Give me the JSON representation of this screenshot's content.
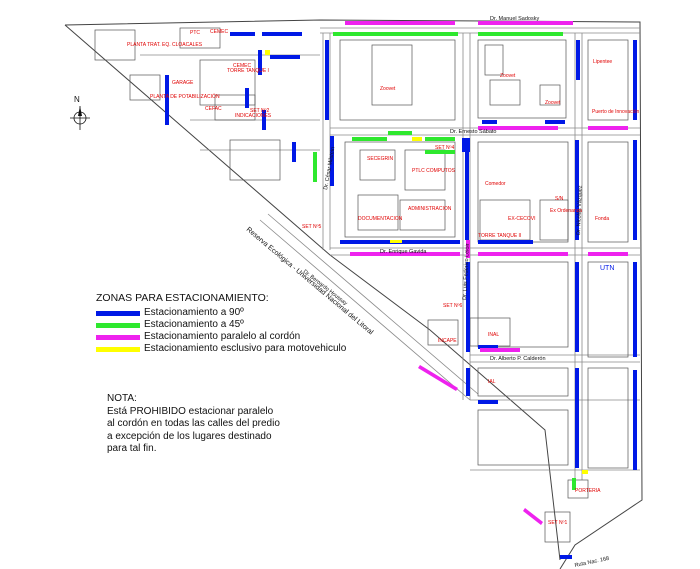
{
  "colors": {
    "blue": "#0019e6",
    "green": "#2ee82e",
    "magenta": "#ee22ee",
    "yellow": "#ffff00",
    "label_red": "#e00000",
    "road": "#8a8a8a"
  },
  "compass": {
    "label": "N",
    "icon": "north-arrow-icon"
  },
  "streets": {
    "sadosky": "Dr. Manuel Sadosky",
    "sabato": "Dr. Ernesto Sábato",
    "gavida": "Dr. Enrique Gavida",
    "cesar_milstein": "Dr. César Milstein",
    "luis_leloir": "Dr. Luis Federico Leloir",
    "houssay": "Dr. Bernardo Houssay",
    "caldero": "Dr. Alberto P. Calderón",
    "reserva": "Reserva Ecológica - Universidad Nacional del Litoral",
    "nordeste": "Dr. Nicolás Vázquez",
    "ruta": "Ruta Nac. 168"
  },
  "buildings": {
    "planta_cloacales": "PLANTA TRAT. EQ. CLOACALES",
    "ptc": "PTC",
    "cemec": "CEMEC",
    "tanque_1": "TORRE TANQUE I",
    "planta_potab": "PLANTA DE POTABILIZACIÓN",
    "garage": "GARAGE",
    "cefac": "CEFAC",
    "cemec_2": "CEMEC",
    "set_2": "SET Nº2",
    "indicaciones": "INDICACIONES",
    "zoovet_1": "Zoovet",
    "zoovet_2": "Zoovet",
    "zoovet_3": "Zoovet",
    "lipentee": "Lipentee",
    "puerto_innov": "Puerto de Innovación",
    "set_sabato": "SET Nº4",
    "seceorn": "SECEGRIN",
    "ptlc": "PTLC COMPUTOS",
    "documentacion": "DOCUMENTACION",
    "administracion": "ADMINISTRACION",
    "comedor": "Comedor",
    "ex_cecovi": "EX-CECOVI",
    "torre_tanque_2": "TORRE TANQUE II",
    "sn": "S/N",
    "fonda": "Fonda",
    "utn": "UTN",
    "set_5": "SET Nº5",
    "set_6": "SET Nº6",
    "inal": "INAL",
    "incape": "INCAPE",
    "ial": "IAL",
    "porteria": "PORTERIA",
    "set_1": "SET Nº1",
    "ex_pcia": "Ex Ordenanza"
  },
  "legend": {
    "title": "ZONAS PARA ESTACIONAMIENTO:",
    "items": [
      {
        "label": "Estacionamiento a 90º",
        "color": "#0019e6"
      },
      {
        "label": "Estacionamiento a 45º",
        "color": "#2ee82e"
      },
      {
        "label": "Estacionamiento paralelo al cordón",
        "color": "#ee22ee"
      },
      {
        "label": "Estacionamiento esclusivo para motovehiculo",
        "color": "#ffff00"
      }
    ]
  },
  "note": {
    "title": "NOTA:",
    "body": "Está PROHIBIDO estacionar paralelo\nal cordón en todas las calles del predio\na excepción de los lugares destinado\npara tal fin."
  }
}
